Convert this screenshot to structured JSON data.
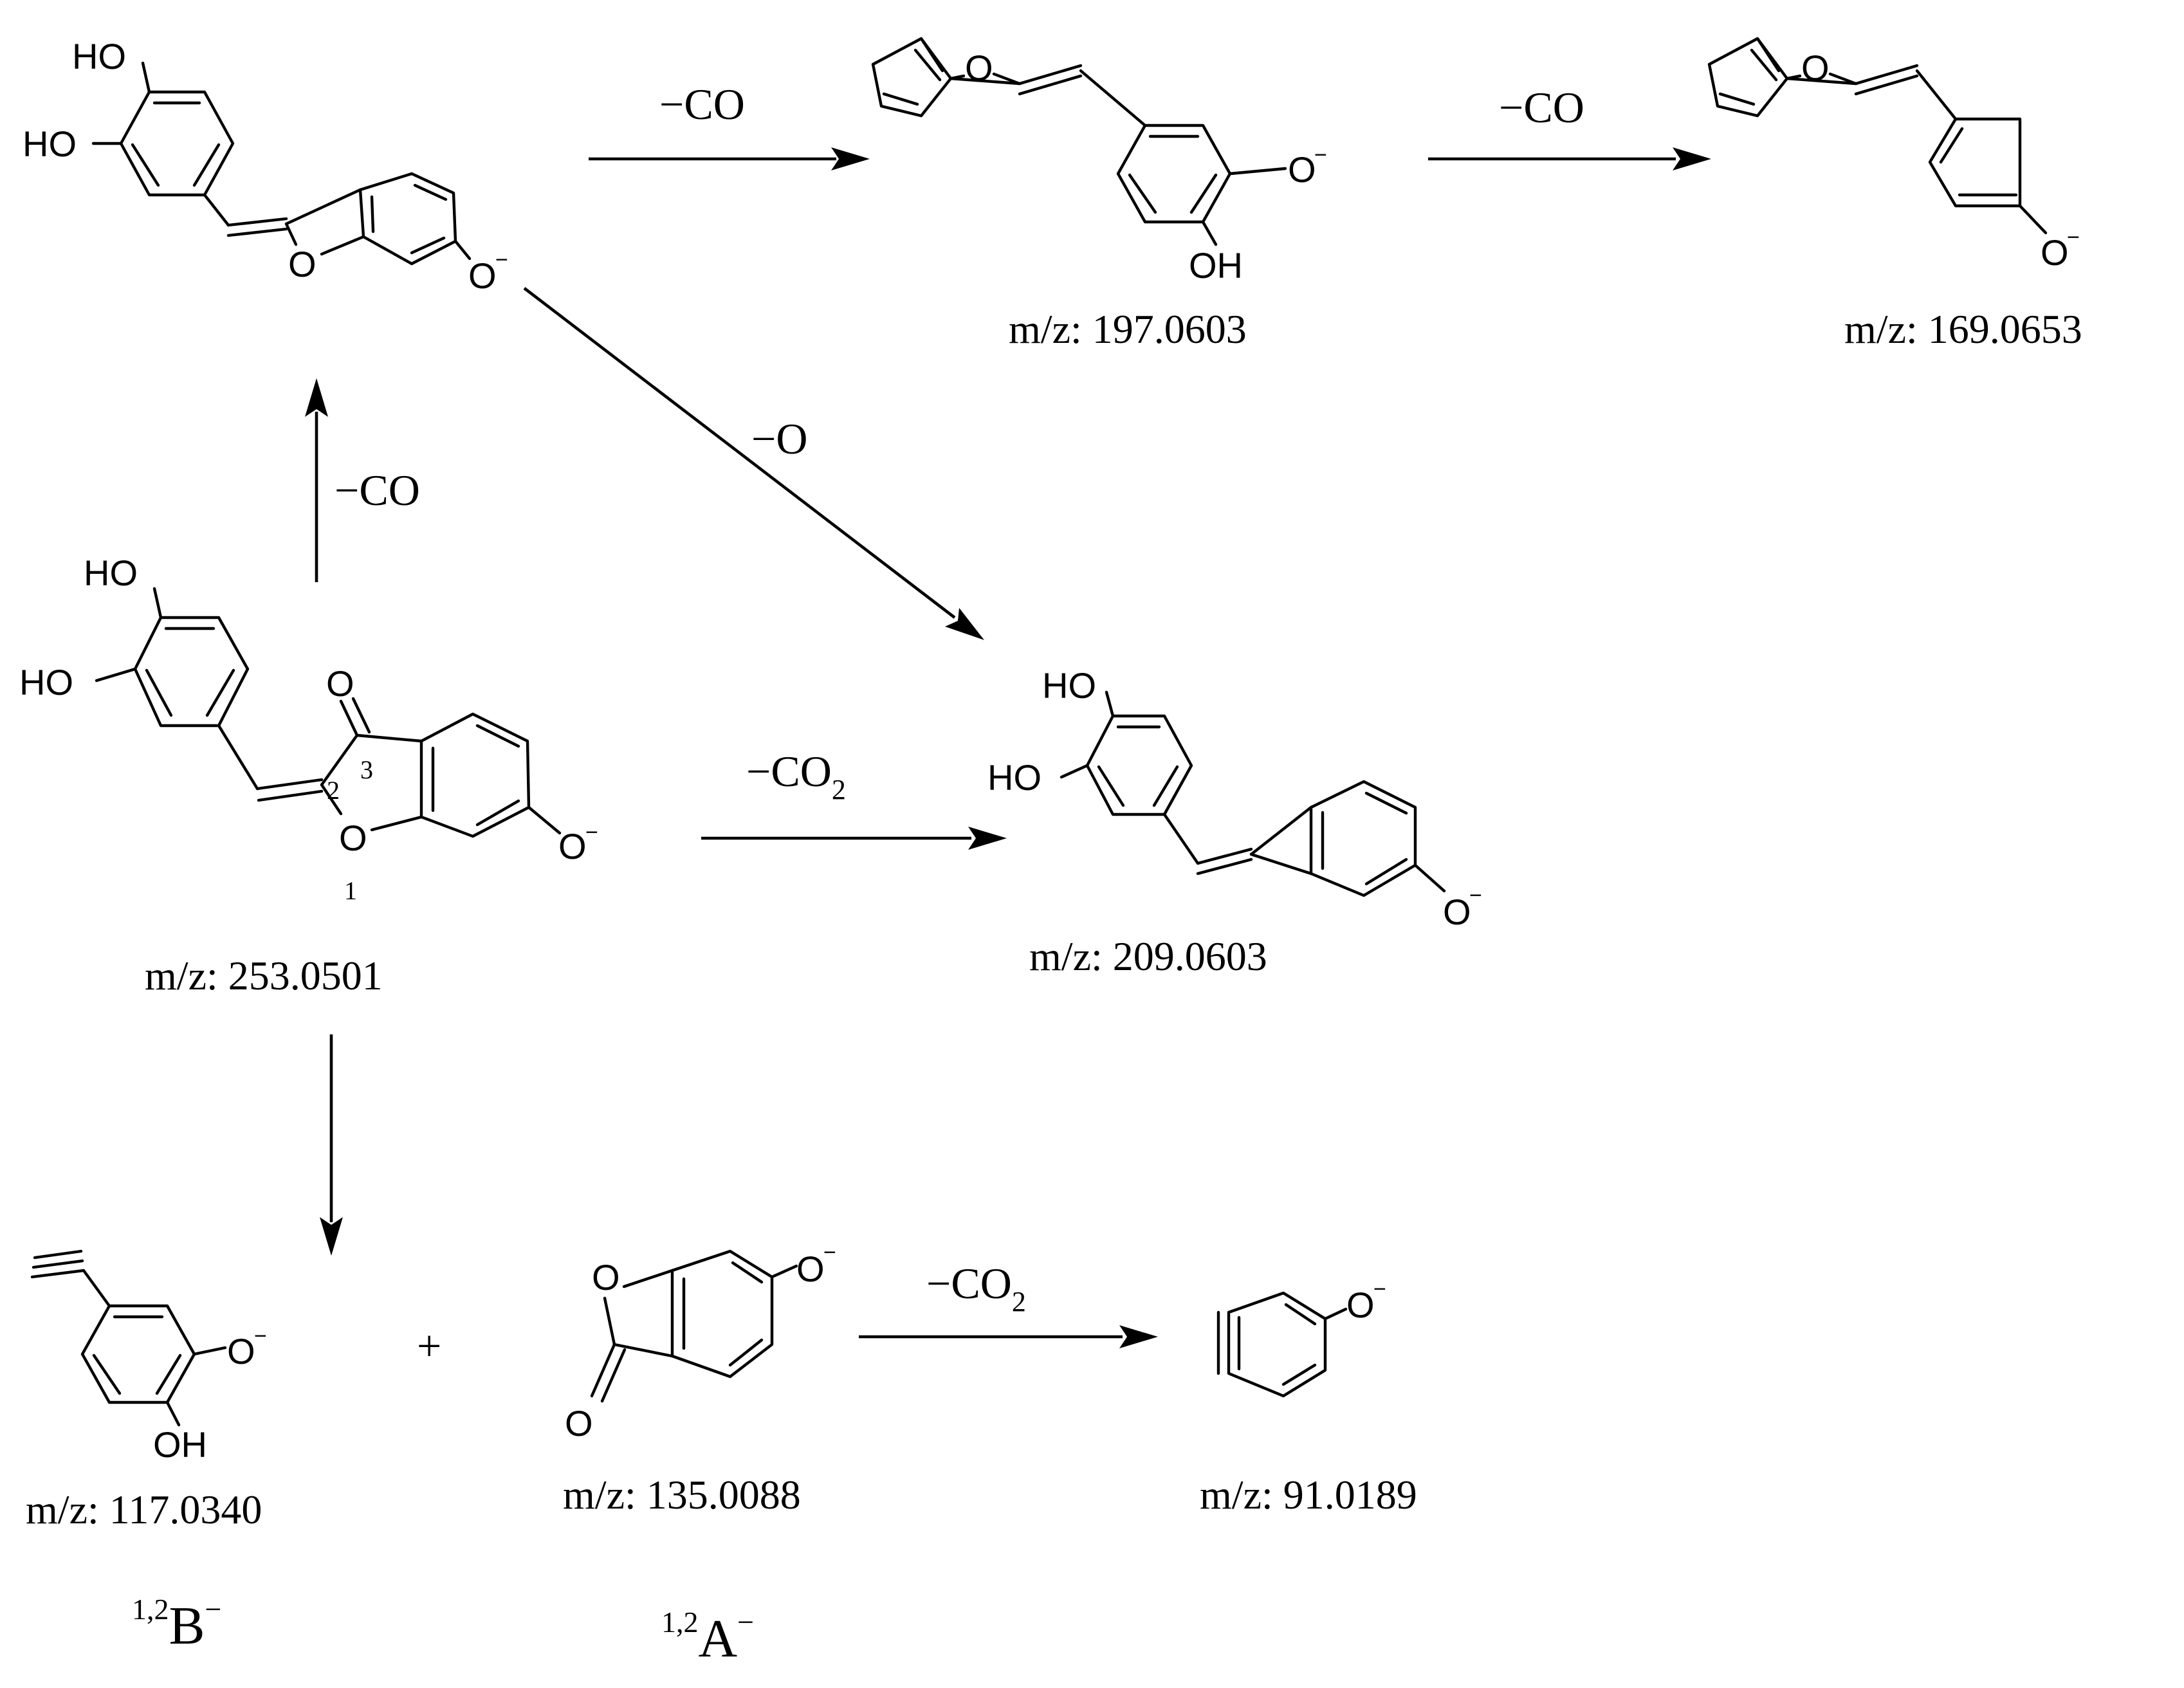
{
  "scheme": {
    "steps": {
      "s1": "−CO",
      "s2": "−CO",
      "s3": "−CO",
      "s4": "−O",
      "s5_main": "−CO",
      "s5_sub": "2",
      "s6_main": "−CO",
      "s6_sub": "2"
    },
    "mz": {
      "parent": "m/z: 253.0501",
      "m209": "m/z: 209.0603",
      "m197": "m/z: 197.0603",
      "m169": "m/z: 169.0653",
      "m117": "m/z: 117.0340",
      "m135": "m/z: 135.0088",
      "m91": "m/z: 91.0189"
    },
    "atoms": {
      "HO": "HO",
      "OH": "OH",
      "O": "O",
      "minus": "−"
    },
    "positions": {
      "p1": "1",
      "p2": "2",
      "p3": "3"
    },
    "plus": "+",
    "ions": {
      "b_sup": "1,2",
      "b_main": "B",
      "b_charge": "−",
      "a_sup": "1,2",
      "a_main": "A",
      "a_charge": "−"
    }
  }
}
